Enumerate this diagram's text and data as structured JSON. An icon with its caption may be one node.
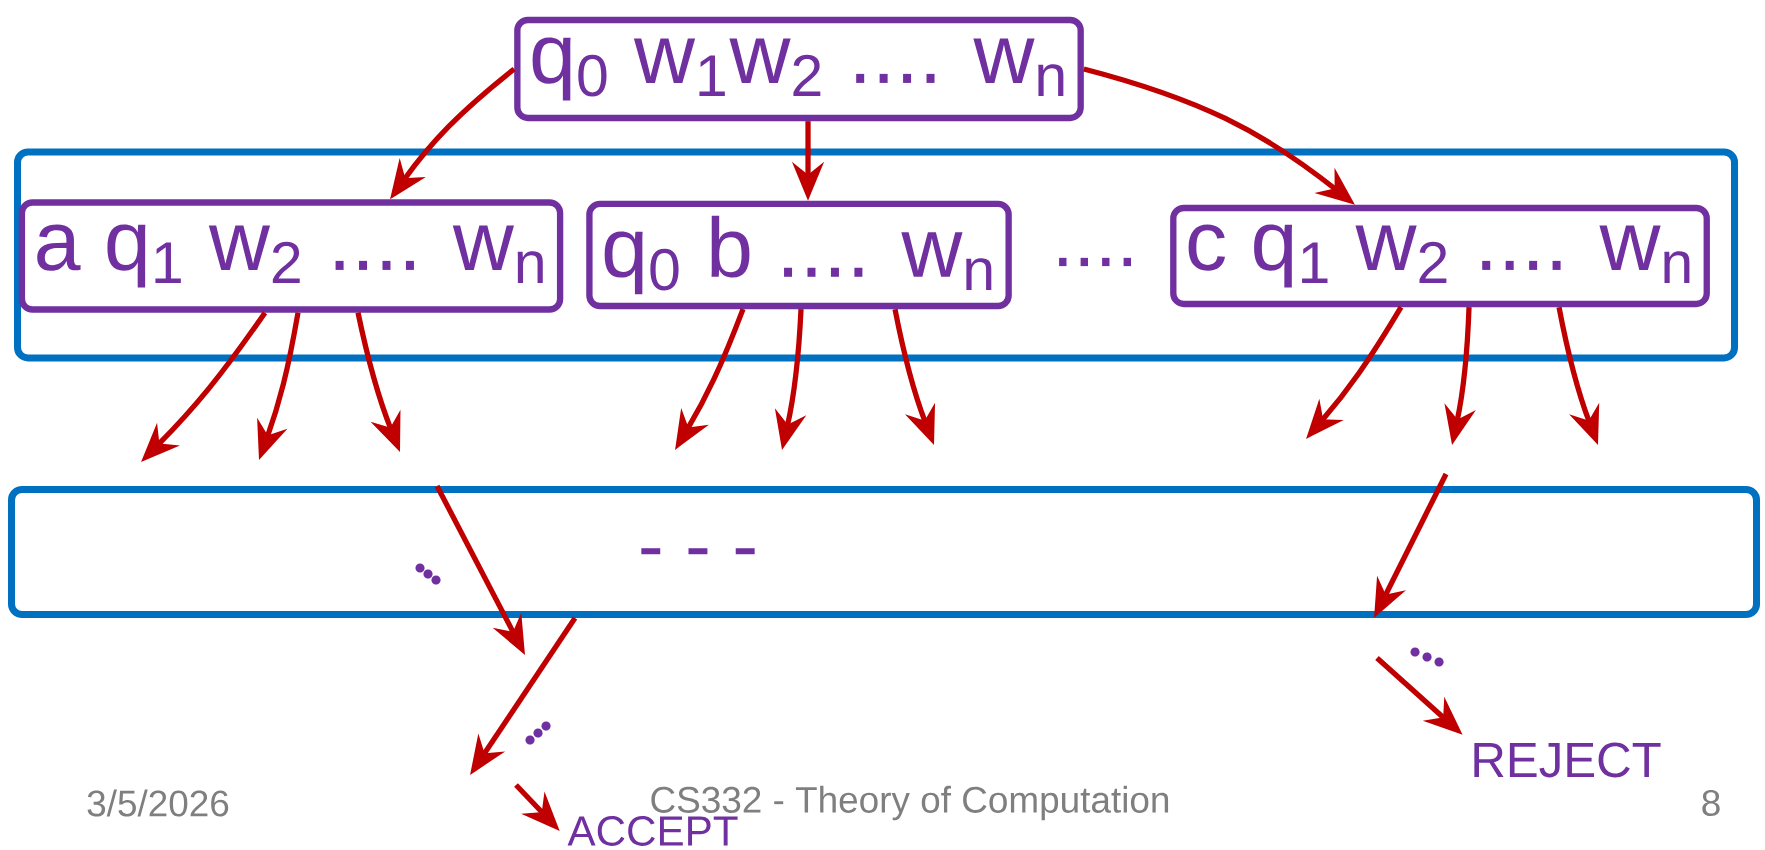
{
  "diagram": {
    "nodes": [
      {
        "text": [
          "q$_{0}$ w$_{1}$w$_{2}$ .... w$_{n}$"
        ]
      },
      {
        "text": [],
        "shape": "box"
      },
      {
        "text": [
          "a q$_{1}$ w$_{2}$ .... w$_{n}$"
        ],
        "in": 1
      },
      {
        "text": [
          "q$_{0}$ b .... w$_{n}$"
        ],
        "in": 1
      },
      {
        "text": [
          "c q$_{1}$ w$_{2}$ .... w$_{n}$"
        ],
        "in": 1
      },
      {
        "text": [],
        "shape": "box"
      },
      {
        "text": [
          "ACCEPT"
        ]
      },
      {
        "text": [
          "REJECT"
        ]
      }
    ],
    "edges": [
      {
        "from": 0,
        "to": 2,
        "arrow": "to"
      },
      {
        "from": 0,
        "to": 3,
        "arrow": "to"
      },
      {
        "from": 0,
        "to": 4,
        "arrow": "to"
      },
      {
        "from": 2,
        "to": null,
        "arrow": "to"
      },
      {
        "from": 2,
        "to": null,
        "arrow": "to"
      },
      {
        "from": 2,
        "to": null,
        "arrow": "to"
      },
      {
        "from": 3,
        "to": null,
        "arrow": "to"
      },
      {
        "from": 3,
        "to": null,
        "arrow": "to"
      },
      {
        "from": 3,
        "to": null,
        "arrow": "to"
      },
      {
        "from": 4,
        "to": null,
        "arrow": "to"
      },
      {
        "from": 4,
        "to": null,
        "arrow": "to"
      },
      {
        "from": 4,
        "to": null,
        "arrow": "to"
      },
      {
        "from": 5,
        "to": null,
        "arrow": "to"
      },
      {
        "from": 5,
        "to": null,
        "arrow": "to"
      },
      {
        "from": null,
        "to": 6,
        "arrow": "to"
      },
      {
        "from": null,
        "to": 5,
        "arrow": "to"
      },
      {
        "from": null,
        "to": 7,
        "arrow": "to"
      }
    ],
    "labels": [
      "....",
      "- - -",
      "3/5/2026",
      "CS332 - Theory of Computation",
      "8"
    ]
  }
}
